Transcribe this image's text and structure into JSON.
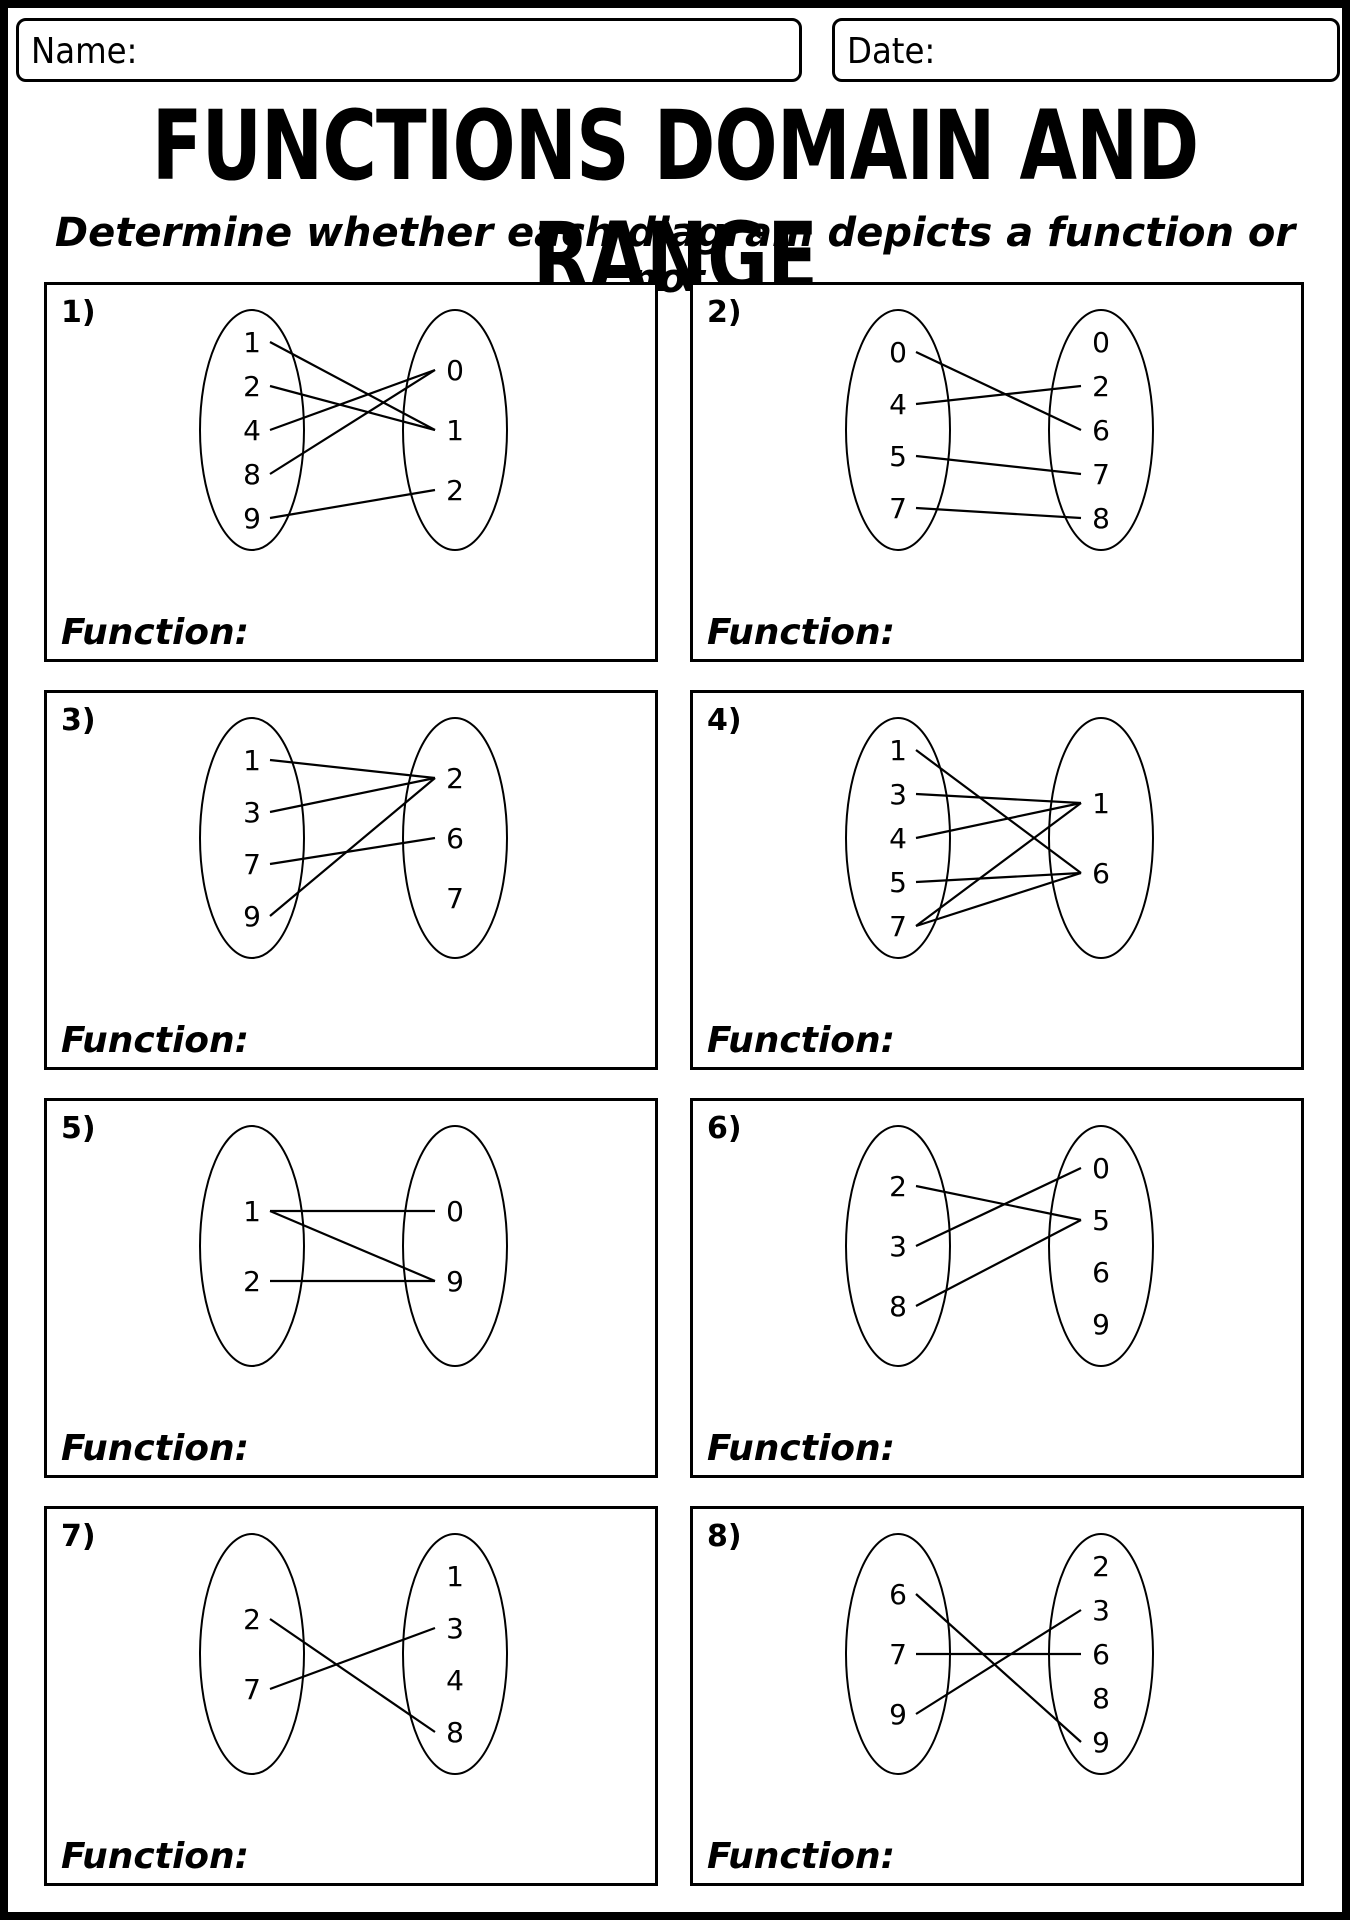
{
  "header": {
    "name_label": "Name:",
    "date_label": "Date:",
    "title": "FUNCTIONS DOMAIN AND RANGE",
    "instructions": "Determine whether each diagram depicts a function or not."
  },
  "problems": [
    {
      "number": "1)",
      "function_label": "Function:",
      "domain": [
        "1",
        "2",
        "4",
        "8",
        "9"
      ],
      "range": [
        "0",
        "1",
        "2"
      ],
      "arrows": [
        [
          "1",
          "1"
        ],
        [
          "2",
          "1"
        ],
        [
          "4",
          "0"
        ],
        [
          "8",
          "0"
        ],
        [
          "9",
          "2"
        ]
      ]
    },
    {
      "number": "2)",
      "function_label": "Function:",
      "domain": [
        "0",
        "4",
        "5",
        "7"
      ],
      "range": [
        "0",
        "2",
        "6",
        "7",
        "8"
      ],
      "arrows": [
        [
          "0",
          "6"
        ],
        [
          "4",
          "2"
        ],
        [
          "5",
          "7"
        ],
        [
          "7",
          "8"
        ]
      ]
    },
    {
      "number": "3)",
      "function_label": "Function:",
      "domain": [
        "1",
        "3",
        "7",
        "9"
      ],
      "range": [
        "2",
        "6",
        "7"
      ],
      "arrows": [
        [
          "1",
          "2"
        ],
        [
          "3",
          "2"
        ],
        [
          "7",
          "6"
        ],
        [
          "9",
          "2"
        ]
      ]
    },
    {
      "number": "4)",
      "function_label": "Function:",
      "domain": [
        "1",
        "3",
        "4",
        "5",
        "7"
      ],
      "range": [
        "1",
        "6"
      ],
      "arrows": [
        [
          "1",
          "6"
        ],
        [
          "3",
          "1"
        ],
        [
          "4",
          "1"
        ],
        [
          "5",
          "6"
        ],
        [
          "7",
          "1"
        ],
        [
          "7",
          "6"
        ]
      ]
    },
    {
      "number": "5)",
      "function_label": "Function:",
      "domain": [
        "1",
        "2"
      ],
      "range": [
        "0",
        "9"
      ],
      "arrows": [
        [
          "1",
          "0"
        ],
        [
          "1",
          "9"
        ],
        [
          "2",
          "9"
        ]
      ]
    },
    {
      "number": "6)",
      "function_label": "Function:",
      "domain": [
        "2",
        "3",
        "8"
      ],
      "range": [
        "0",
        "5",
        "6",
        "9"
      ],
      "arrows": [
        [
          "2",
          "5"
        ],
        [
          "3",
          "0"
        ],
        [
          "8",
          "5"
        ]
      ]
    },
    {
      "number": "7)",
      "function_label": "Function:",
      "domain": [
        "2",
        "7"
      ],
      "range": [
        "1",
        "3",
        "4",
        "8"
      ],
      "arrows": [
        [
          "2",
          "8"
        ],
        [
          "7",
          "3"
        ]
      ]
    },
    {
      "number": "8)",
      "function_label": "Function:",
      "domain": [
        "6",
        "7",
        "9"
      ],
      "range": [
        "2",
        "3",
        "6",
        "8",
        "9"
      ],
      "arrows": [
        [
          "6",
          "9"
        ],
        [
          "7",
          "6"
        ],
        [
          "9",
          "3"
        ]
      ]
    }
  ]
}
